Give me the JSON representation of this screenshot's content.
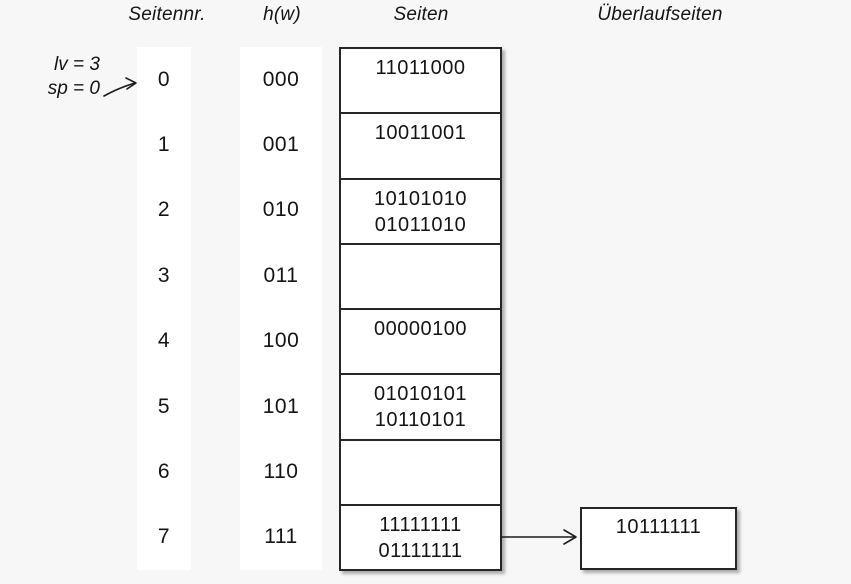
{
  "headers": {
    "seitennr": "Seitennr.",
    "hw": "h(w)",
    "seiten": "Seiten",
    "ueberlaufseiten": "Überlaufseiten"
  },
  "state": {
    "lv": "lv = 3",
    "sp": "sp = 0"
  },
  "rows": [
    {
      "nr": "0",
      "hw": "000",
      "lines": [
        "11011000"
      ]
    },
    {
      "nr": "1",
      "hw": "001",
      "lines": [
        "10011001"
      ]
    },
    {
      "nr": "2",
      "hw": "010",
      "lines": [
        "10101010",
        "01011010"
      ]
    },
    {
      "nr": "3",
      "hw": "011",
      "lines": []
    },
    {
      "nr": "4",
      "hw": "100",
      "lines": [
        "00000100"
      ]
    },
    {
      "nr": "5",
      "hw": "101",
      "lines": [
        "01010101",
        "10110101"
      ]
    },
    {
      "nr": "6",
      "hw": "110",
      "lines": []
    },
    {
      "nr": "7",
      "hw": "111",
      "lines": [
        "11111111",
        "01111111"
      ]
    }
  ],
  "overflow": {
    "lines": [
      "10111111"
    ]
  },
  "colors": {
    "background": "#f7f7f7",
    "page_fill": "#ffffff",
    "border": "#262626",
    "text": "#141414"
  }
}
